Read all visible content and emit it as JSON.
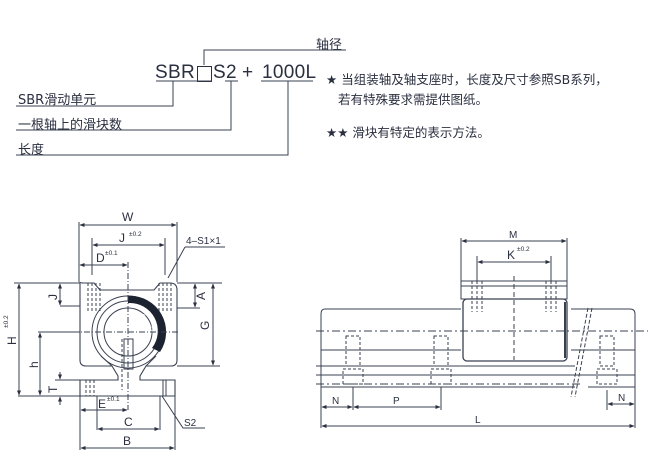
{
  "designation": {
    "prefix": "SBR",
    "shaft_diameter_box": "",
    "blocks_code": "S2",
    "plus": "+",
    "length_code": "1000L",
    "shaft_diameter_label": "轴径",
    "legend": [
      {
        "label": "SBR滑动单元"
      },
      {
        "label": "一根轴上的滑块数"
      },
      {
        "label": "长度"
      }
    ]
  },
  "notes": [
    {
      "marker": "★",
      "lines": [
        "当组装轴及轴支座时，长度及尺寸参照SB系列，",
        "若有特殊要求需提供图纸。"
      ]
    },
    {
      "marker": "★★",
      "lines": [
        "滑块有特定的表示方法。"
      ]
    }
  ],
  "front_view": {
    "dims": {
      "W": "W",
      "J": "J",
      "J_tol": "±0.2",
      "D": "D",
      "D_tol": "±0.1",
      "S1": "4–S1×1",
      "A": "A",
      "G": "G",
      "H": "H",
      "H_tol": "±0.2",
      "h": "h",
      "T": "T",
      "E": "E",
      "E_tol": "±0.1",
      "C": "C",
      "B": "B",
      "S2": "S2"
    }
  },
  "side_view": {
    "dims": {
      "M": "M",
      "K": "K",
      "K_tol": "±0.2",
      "N_left": "N",
      "P": "P",
      "N_right": "N",
      "L": "L"
    }
  }
}
